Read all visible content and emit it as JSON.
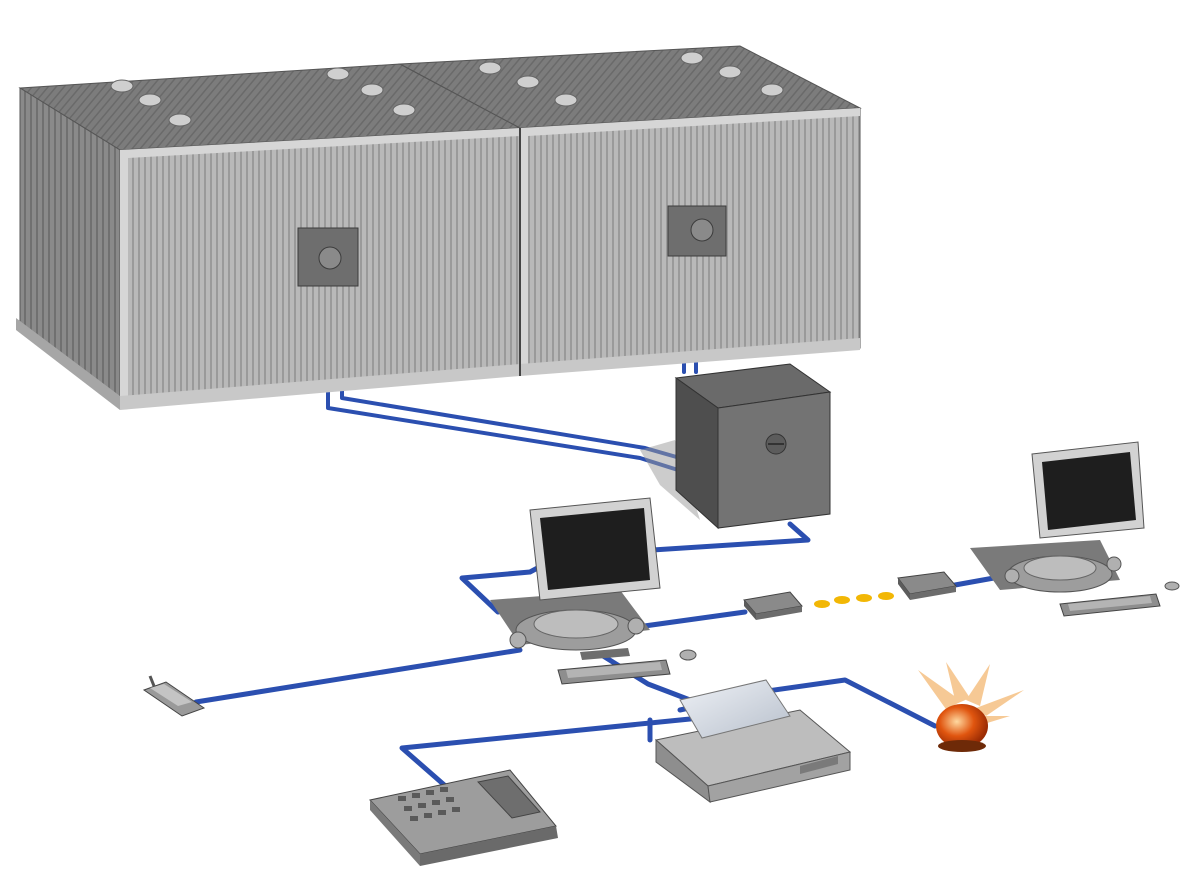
{
  "colors": {
    "background": "#ffffff",
    "cable": "#2b4fb0",
    "cable_highlight": "#8fa8e8",
    "housing": "#8c8c8c",
    "housing_dark": "#5a5a5a",
    "housing_light": "#cfcfcf",
    "screen": "#1e1e1e",
    "wireless_dots": "#f2b705",
    "alarm_light": "#e0550f",
    "alarm_flash": "#f6c48a"
  },
  "components": [
    {
      "id": "storage-cabinet-left",
      "icon": "storage-cabinet-icon"
    },
    {
      "id": "storage-cabinet-right",
      "icon": "storage-cabinet-icon"
    },
    {
      "id": "central-server",
      "icon": "server-cube-icon"
    },
    {
      "id": "workstation-main",
      "icon": "computer-monitor-icon"
    },
    {
      "id": "workstation-remote",
      "icon": "computer-monitor-icon"
    },
    {
      "id": "transmitter-local",
      "icon": "network-adapter-icon"
    },
    {
      "id": "transmitter-remote",
      "icon": "network-adapter-icon"
    },
    {
      "id": "wireless-link",
      "icon": "wireless-dots-icon"
    },
    {
      "id": "mobile-handset",
      "icon": "mobile-phone-icon"
    },
    {
      "id": "desk-telephone",
      "icon": "desk-phone-icon"
    },
    {
      "id": "printer",
      "icon": "printer-icon"
    },
    {
      "id": "alarm-beacon",
      "icon": "alarm-light-icon"
    }
  ]
}
